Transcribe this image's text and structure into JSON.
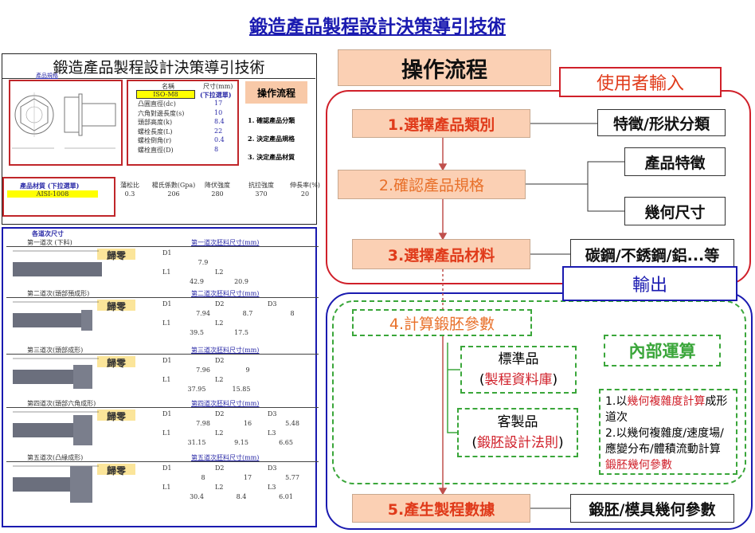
{
  "title": "鍛造產品製程設計決策導引技術",
  "left": {
    "panel_title": "鍛造產品製程設計決策導引技術",
    "spec_link": "產品規格",
    "spec_header": {
      "name": "名稱",
      "size": "尺寸(mm)"
    },
    "spec_select": "ISO-M8",
    "spec_dropdown": "(下拉選單)",
    "specs": [
      {
        "label": "凸圓直徑(dc)",
        "value": "17"
      },
      {
        "label": "六角對邊長度(s)",
        "value": "10"
      },
      {
        "label": "頭部高度(k)",
        "value": "8.4"
      },
      {
        "label": "螺栓長度(L)",
        "value": "22"
      },
      {
        "label": "螺栓倒角(r)",
        "value": "0.4"
      },
      {
        "label": "螺栓直徑(D)",
        "value": "8"
      }
    ],
    "flow_button": "操作流程",
    "flow_steps": [
      "1. 確認產品分類",
      "2. 決定產品規格",
      "3. 決定產品材質"
    ],
    "material_label": "產品材質 (下拉選單)",
    "material_value": "AISI-1008",
    "material_props": [
      {
        "label": "蒲松比",
        "value": "0.3"
      },
      {
        "label": "楊氏係數(Gpa)",
        "value": "206"
      },
      {
        "label": "降伏強度",
        "value": "280"
      },
      {
        "label": "抗拉強度",
        "value": "370"
      },
      {
        "label": "伸長率(%)",
        "value": "20"
      }
    ],
    "passes_title": "各道次尺寸",
    "reset_label": "歸零",
    "passes": [
      {
        "name": "第一道次 (下料)",
        "dims_title": "第一道次胚料尺寸(mm)",
        "labels1": [
          "D1"
        ],
        "values1": [
          "7.9"
        ],
        "labels2": [
          "L1",
          "L2"
        ],
        "values2": [
          "42.9",
          "20.9"
        ]
      },
      {
        "name": "第二道次(頭部預成形)",
        "dims_title": "第二道次胚料尺寸(mm)",
        "labels1": [
          "D1",
          "D2",
          "D3"
        ],
        "values1": [
          "7.94",
          "8.7",
          "8"
        ],
        "labels2": [
          "L1",
          "L2"
        ],
        "values2": [
          "39.5",
          "17.5"
        ]
      },
      {
        "name": "第三道次(頭部成形)",
        "dims_title": "第三道次胚料尺寸(mm)",
        "labels1": [
          "D1",
          "D2"
        ],
        "values1": [
          "7.96",
          "9"
        ],
        "labels2": [
          "L1",
          "L2"
        ],
        "values2": [
          "37.95",
          "15.85"
        ]
      },
      {
        "name": "第四道次(頭部六角成形)",
        "dims_title": "第四道次胚料尺寸(mm)",
        "labels1": [
          "D1",
          "D2",
          "D3"
        ],
        "values1": [
          "7.98",
          "16",
          "5.48"
        ],
        "labels2": [
          "L1",
          "L2",
          "L3"
        ],
        "values2": [
          "31.15",
          "9.15",
          "6.65"
        ]
      },
      {
        "name": "第五道次(凸緣成形)",
        "dims_title": "第五道次胚料尺寸(mm)",
        "labels1": [
          "D1",
          "D2",
          "D3"
        ],
        "values1": [
          "8",
          "17",
          "5.77"
        ],
        "labels2": [
          "L1",
          "L2",
          "L3"
        ],
        "values2": [
          "30.4",
          "8.4",
          "6.01"
        ]
      }
    ]
  },
  "flow": {
    "title": "操作流程",
    "user_input": "使用者輸入",
    "output": "輸出",
    "step1": "1.選擇產品類別",
    "step1_out": "特徵/形狀分類",
    "step2": "2.確認產品規格",
    "step2_out_a": "產品特徵",
    "step2_out_b": "幾何尺寸",
    "step3": "3.選擇產品材料",
    "step3_out": "碳鋼/不銹鋼/鋁...等",
    "step4": "4.計算鍛胚參數",
    "internal": "內部運算",
    "standard": "標準品",
    "standard_src": "製程資料庫",
    "custom": "客製品",
    "custom_src": "鍛胚設計法則",
    "note1_a": "1.以",
    "note1_b": "幾何複雜度計算",
    "note1_c": "成形道次",
    "note2_a": "2.以",
    "note2_b": "幾何複雜度/速度場/應變分布/體積流動計算",
    "note2_c": "鍛胚幾何參數",
    "step5": "5.產生製程數據",
    "step5_out": "鍛胚/模具幾何參數"
  },
  "colors": {
    "red": "#e03a1a",
    "blue": "#1a1ab0",
    "green": "#3aa63a",
    "peach": "#fbd0b4"
  }
}
